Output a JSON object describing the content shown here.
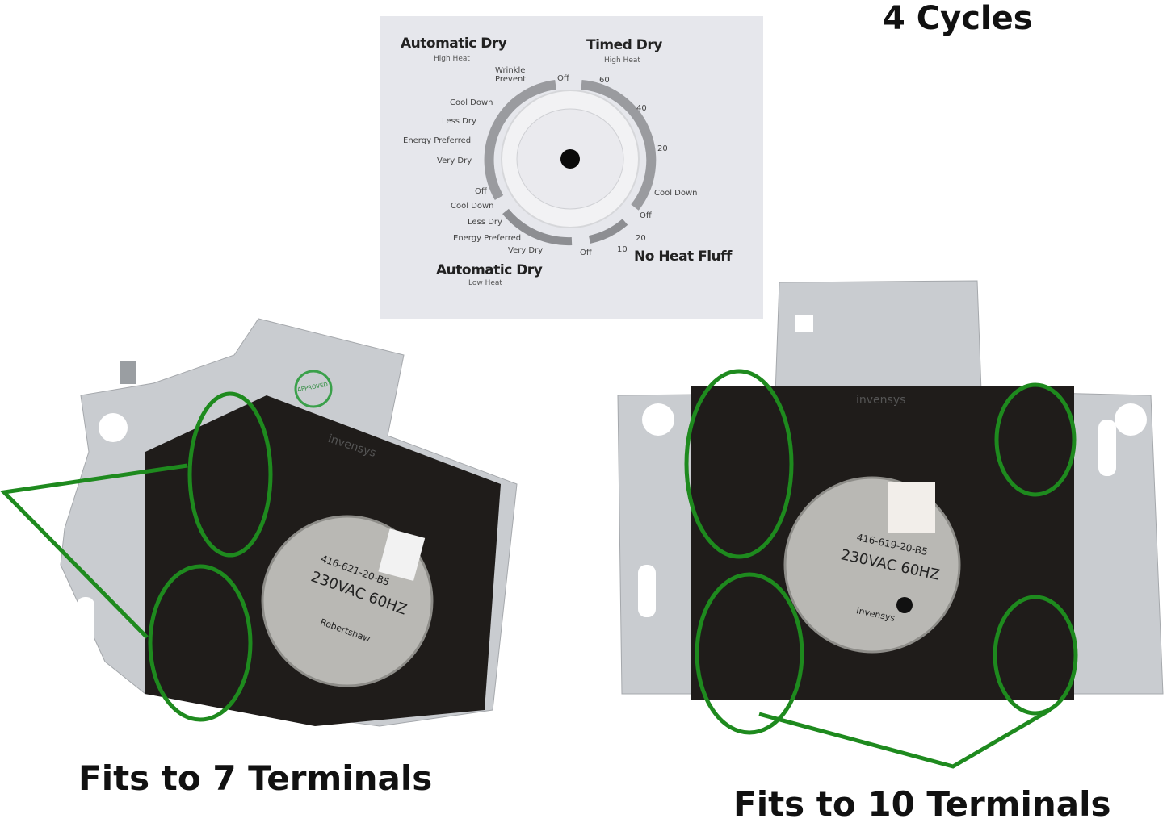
{
  "headline": "4 Cycles",
  "dial_panel": {
    "sections": [
      {
        "title": "Automatic Dry",
        "subtitle": "High Heat"
      },
      {
        "title": "Timed Dry",
        "subtitle": "High Heat"
      },
      {
        "title": "Automatic Dry",
        "subtitle": "Low Heat"
      },
      {
        "title": "No Heat Fluff",
        "subtitle": ""
      }
    ],
    "labels": {
      "wrinkle_prevent": "Wrinkle Prevent",
      "off_top": "Off",
      "t60": "60",
      "t40": "40",
      "t20": "20",
      "cool_down_right": "Cool Down",
      "off_right": "Off",
      "f20": "20",
      "f10": "10",
      "off_bottom": "Off",
      "hh_cool_down": "Cool Down",
      "hh_less_dry": "Less Dry",
      "hh_energy": "Energy Preferred",
      "hh_very_dry": "Very Dry",
      "lh_off": "Off",
      "lh_cool_down": "Cool Down",
      "lh_less_dry": "Less Dry",
      "lh_energy": "Energy Preferred",
      "lh_very_dry": "Very Dry"
    }
  },
  "left_timer": {
    "caption": "Fits to 7 Terminals",
    "brand": "invensys",
    "stamp": "APPROVED",
    "motor": {
      "part": "416-621-20-B5",
      "rating": "230VAC 60HZ",
      "maker": "Robertshaw"
    }
  },
  "right_timer": {
    "caption": "Fits to 10 Terminals",
    "brand": "invensys",
    "motor": {
      "part": "416-619-20-B5",
      "rating": "230VAC 60HZ",
      "maker": "Invensys"
    }
  },
  "colors": {
    "highlight": "#1e8a1e",
    "housing": "#1f1c1a",
    "bracket": "#c9ccd0",
    "motor": "#b9b8b4"
  }
}
